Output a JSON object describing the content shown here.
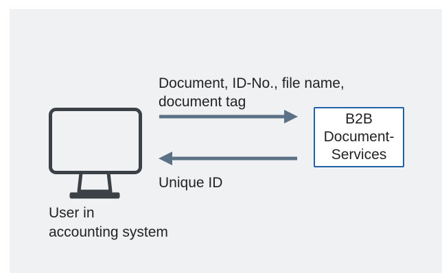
{
  "request": {
    "line1": "Document, ID-No., file name,",
    "line2": "document tag"
  },
  "response": {
    "label": "Unique ID"
  },
  "user": {
    "line1": "User in",
    "line2": "accounting system"
  },
  "service": {
    "line1": "B2B",
    "line2": "Document-",
    "line3": "Services"
  },
  "colors": {
    "background": "#eff1f2",
    "monitor": "#3b4147",
    "arrow": "#5a7186",
    "service_border": "#1f5fa8"
  },
  "icons": {
    "user": "monitor-icon"
  }
}
